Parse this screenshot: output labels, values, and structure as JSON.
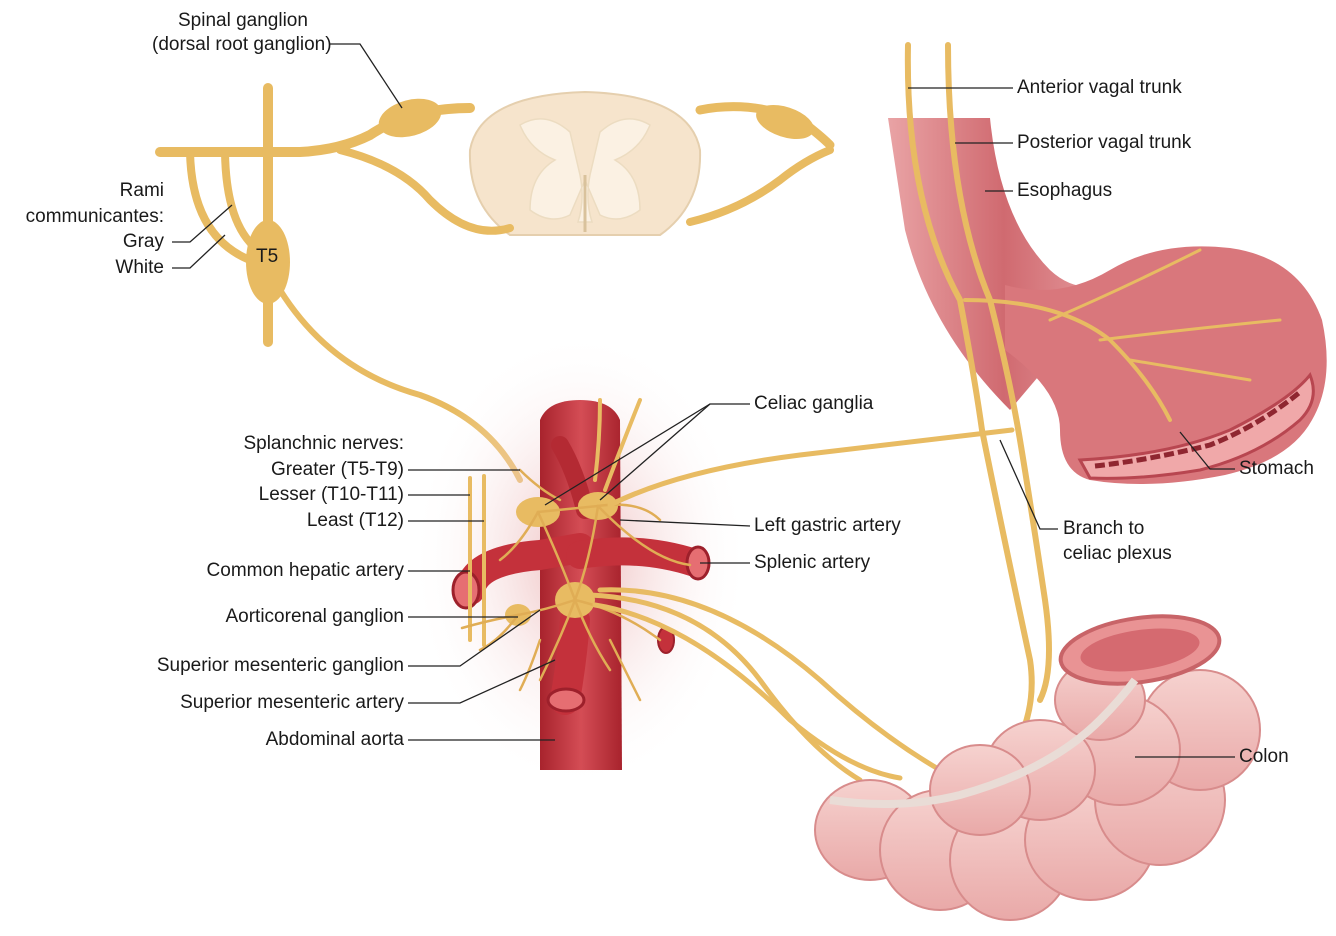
{
  "labels": {
    "spinal_ganglion": "Spinal ganglion",
    "dorsal_root_ganglion": "(dorsal root ganglion)",
    "rami": "Rami",
    "communicantes": "communicantes:",
    "gray": "Gray",
    "white": "White",
    "t5": "T5",
    "splanchnic_nerves": "Splanchnic nerves:",
    "greater": "Greater (T5-T9)",
    "lesser": "Lesser (T10-T11)",
    "least": "Least (T12)",
    "common_hepatic_artery": "Common hepatic artery",
    "aorticorenal_ganglion": "Aorticorenal ganglion",
    "superior_mesenteric_ganglion": "Superior mesenteric ganglion",
    "superior_mesenteric_artery": "Superior mesenteric artery",
    "abdominal_aorta": "Abdominal aorta",
    "celiac_ganglia": "Celiac ganglia",
    "left_gastric_artery": "Left gastric artery",
    "splenic_artery": "Splenic artery",
    "anterior_vagal_trunk": "Anterior vagal trunk",
    "posterior_vagal_trunk": "Posterior vagal trunk",
    "esophagus": "Esophagus",
    "stomach": "Stomach",
    "branch_to": "Branch to",
    "celiac_plexus": "celiac plexus",
    "colon": "Colon"
  },
  "colors": {
    "nerve": "#e8bb62",
    "nerve_dark": "#c8963e",
    "artery": "#c4313b",
    "artery_light": "#dd5a60",
    "spinal_cord": "#f6e4cc",
    "gray_matter": "#fbf1e3",
    "stomach": "#d9777c",
    "colon": "#f2c2c0",
    "leader": "#222222"
  }
}
